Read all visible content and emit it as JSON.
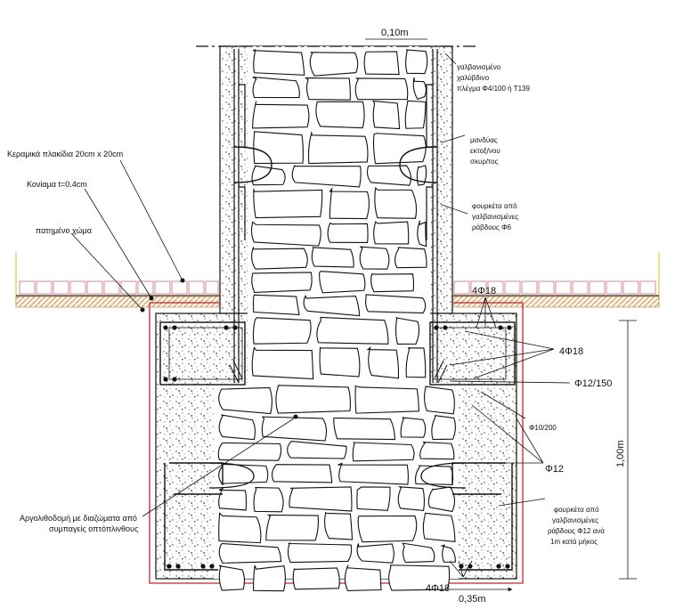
{
  "annotations": {
    "wall_width": "0,10m",
    "mesh": [
      "γαλβανισμένο",
      "χαλύβδινο",
      "πλέγμα Φ4/100 ή Τ139"
    ],
    "jacket": [
      "μανδύας",
      "εκτοξ/νου",
      "σκυρ/τος"
    ],
    "ties_upper": [
      "φουρκέτα από",
      "γαλβανισμένες",
      "ράβδους Φ6"
    ],
    "tiles": "Κεραμικά πλακίδια 20cm x 20cm",
    "mortar": "Κονίαμα t=0.4cm",
    "soil": "πατημένο χώμα",
    "bars_top": "4Φ18",
    "bars_side": "4Φ18",
    "stirrups": "Φ12/150",
    "stirrups_b": "Φ10/200",
    "bars_mid": "Φ12",
    "depth": "1,00m",
    "masonry": [
      "Αργολιθοδομή με διαζώματα από",
      "συμπαγείς οπτόπλινθους"
    ],
    "ties_lower": [
      "φουρκέτα από",
      "γαλβανισμένες",
      "ράβδους Φ12 ανά",
      "1m κατά μήκος"
    ],
    "bars_bottom": "4Φ18",
    "footing_width": "0,35m"
  },
  "colors": {
    "line": "#111111",
    "outline_red": "#d0202a",
    "tile_pink": "#d98a9a",
    "soil_hatch": "#b8864a",
    "ground_yellow": "#e6b422"
  }
}
